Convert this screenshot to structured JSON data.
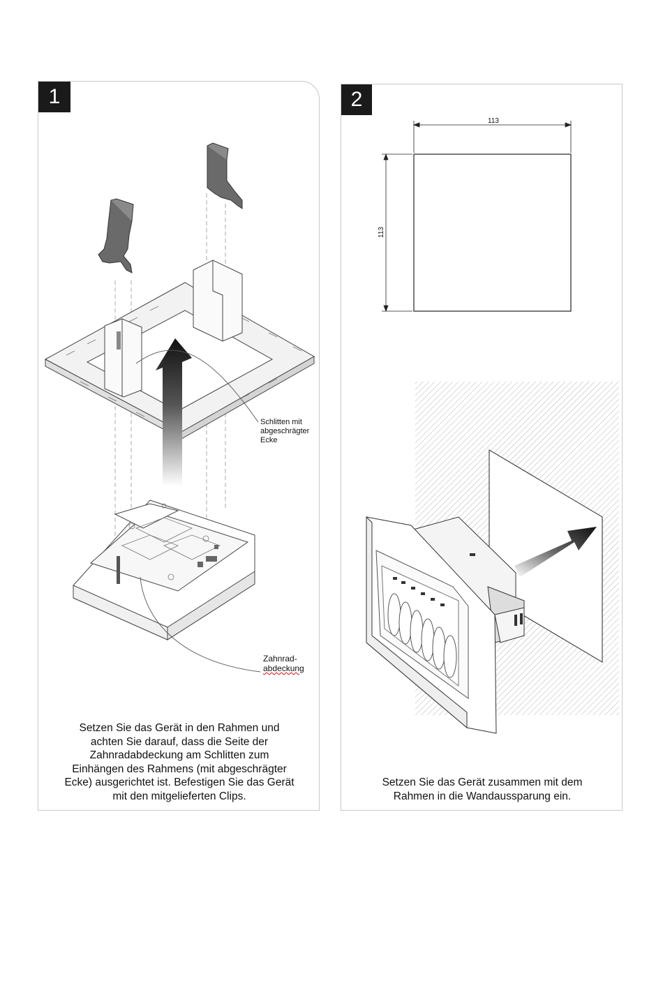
{
  "step1": {
    "number": "1",
    "callout_slider": [
      "Schlitten mit",
      "abgeschrägter",
      "Ecke"
    ],
    "callout_gear": [
      "Zahnrad-",
      "abdeckung"
    ],
    "caption": [
      "Setzen Sie das Gerät in den Rahmen und",
      "achten Sie darauf, dass die Seite der",
      "Zahnradabdeckung am Schlitten zum",
      "Einhängen des Rahmens (mit abgeschrägter",
      "Ecke) ausgerichtet ist. Befestigen Sie das Gerät",
      "mit den mitgelieferten Clips."
    ]
  },
  "step2": {
    "number": "2",
    "dim_width": "113",
    "dim_height": "113",
    "caption": [
      "Setzen Sie das Gerät zusammen mit dem",
      "Rahmen in die Wandaussparung ein."
    ]
  }
}
